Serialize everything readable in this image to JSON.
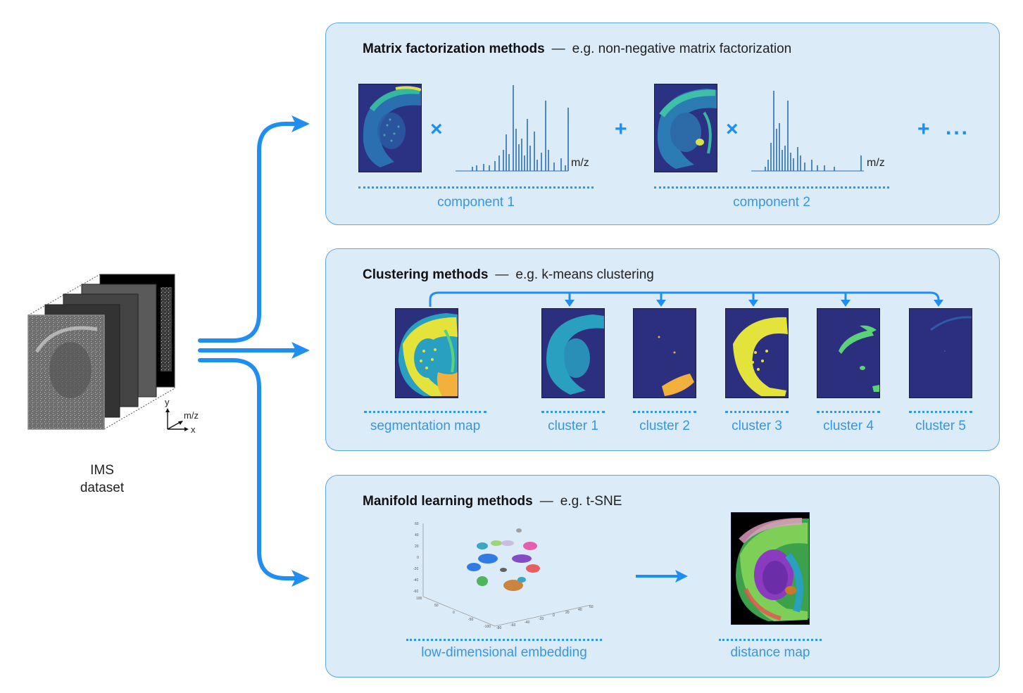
{
  "dataset": {
    "label_line1": "IMS",
    "label_line2": "dataset",
    "axes": {
      "y": "y",
      "mz": "m/z",
      "x": "x"
    }
  },
  "panels": {
    "matrix": {
      "title": "Matrix factorization methods",
      "dash": "—",
      "example": "e.g. non-negative matrix factorization",
      "times": "×",
      "plus": "+",
      "ellipsis": "...",
      "mz_label": "m/z",
      "components": [
        "component 1",
        "component 2"
      ]
    },
    "clustering": {
      "title": "Clustering methods",
      "dash": "—",
      "example": "e.g. k-means clustering",
      "segmentation": "segmentation map",
      "clusters": [
        "cluster 1",
        "cluster 2",
        "cluster 3",
        "cluster 4",
        "cluster 5"
      ]
    },
    "manifold": {
      "title": "Manifold learning methods",
      "dash": "—",
      "example": "e.g. t-SNE",
      "embedding": "low-dimensional embedding",
      "distance": "distance map",
      "yticks": [
        "60",
        "40",
        "20",
        "0",
        "-20",
        "-40",
        "-60"
      ],
      "xticks": [
        "100",
        "50",
        "0",
        "-50",
        "-100"
      ],
      "zticks": [
        "-80",
        "-60",
        "-40",
        "-20",
        "0",
        "20",
        "40",
        "60"
      ]
    }
  },
  "colors": {
    "accent": "#1f8ef0",
    "panel_bg": "#dcebf8",
    "panel_border": "#5aa7e8",
    "caption": "#3596e6",
    "viridis_bg": "#2b2f7e"
  }
}
